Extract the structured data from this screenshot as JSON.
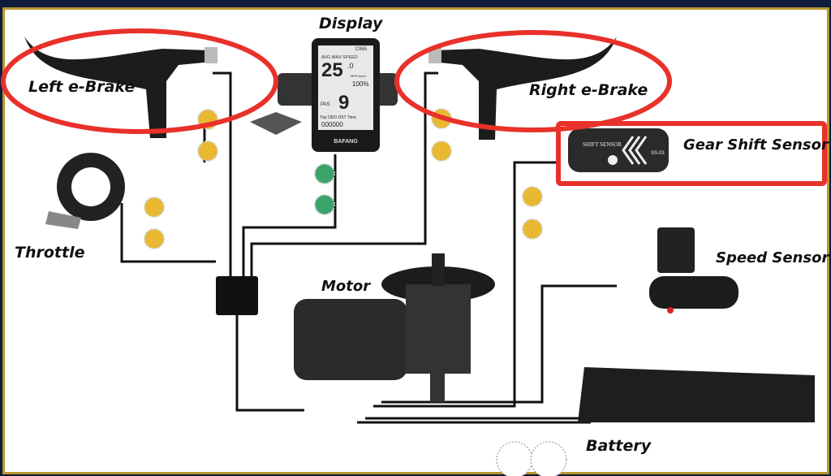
{
  "labels": {
    "display": "Display",
    "left_brake": "Left e-Brake",
    "right_brake": "Right e-Brake",
    "gear_shift_sensor": "Gear Shift Sensor",
    "throttle": "Throttle",
    "speed_sensor": "Speed Sensor",
    "motor": "Motor",
    "battery": "Battery"
  },
  "display_screen": {
    "model": "C965",
    "header": "AVG MAX SPEED",
    "speed": "25",
    "speed_decimal": ".0",
    "units": "MPH km/h",
    "battery_pct": "100%",
    "pas_label": "PAS",
    "pas_level": "9",
    "trip_row": "Trip ODO DST Time",
    "odometer": "000000",
    "brand": "BAFANG"
  },
  "shift_sensor": {
    "text": "SHIFT SENSOR",
    "model": "SS-03"
  },
  "colors": {
    "highlight": "#e8312a",
    "frame": "#b8962e",
    "background": "#0f1b3b",
    "connector": "#e8b930"
  }
}
